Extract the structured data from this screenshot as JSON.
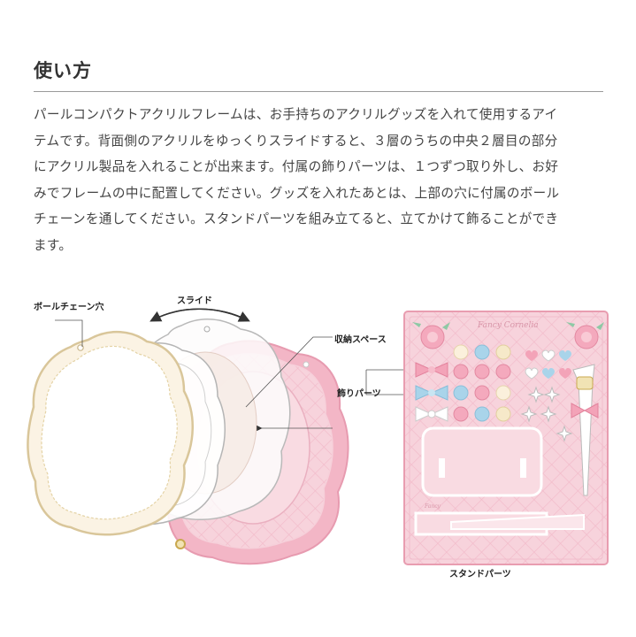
{
  "section": {
    "title": "使い方",
    "lines": [
      "パールコンパクトアクリルフレームは、お手持ちのアクリルグッズを入れて使用するアイ",
      "テムです。背面側のアクリルをゆっくりスライドすると、３層のうちの中央２層目の部分",
      "にアクリル製品を入れることが出来ます。付属の飾りパーツは、１つずつ取り外し、お好",
      "みでフレームの中に配置してください。グッズを入れたあとは、上部の穴に付属のボール",
      "チェーンを通してください。スタンドパーツを組み立てると、立てかけて飾ることができ",
      "ます。"
    ]
  },
  "labels": {
    "ball_chain_hole": "ボールチェーン穴",
    "slide": "スライド",
    "storage_space": "収納スペース",
    "decoration_parts": "飾りパーツ",
    "stand_parts": "スタンドパーツ"
  },
  "colors": {
    "pink": "#f4c3cf",
    "pink_dark": "#e89db0",
    "cream": "#fbf5e6",
    "gold": "#e4d3a6",
    "blue": "#a9d4ea",
    "line": "#555555"
  }
}
